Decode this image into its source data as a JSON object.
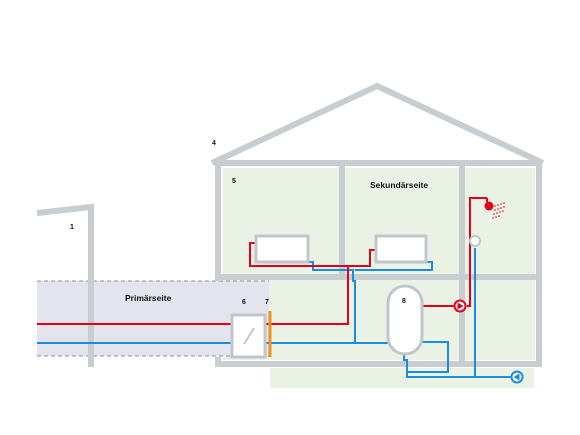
{
  "labels": {
    "n1": "1",
    "n4": "4",
    "n5": "5",
    "n6": "6",
    "n7": "7",
    "n8": "8",
    "sekundaerseite": "Sekundärseite",
    "primaerseite": "Primärseite"
  },
  "colors": {
    "wall": "#c8cdd2",
    "room": "#e9f2e4",
    "primary_zone": "#e4e4ef",
    "hot": "#e2001a",
    "cold": "#1a8ddc",
    "connector": "#f0901e",
    "equipment": "#c2c6cb"
  },
  "icons": {
    "pump": "pump-icon",
    "shower": "shower-icon",
    "radiator": "radiator-icon",
    "tank": "storage-tank-icon",
    "exchanger": "heat-exchanger-icon"
  }
}
